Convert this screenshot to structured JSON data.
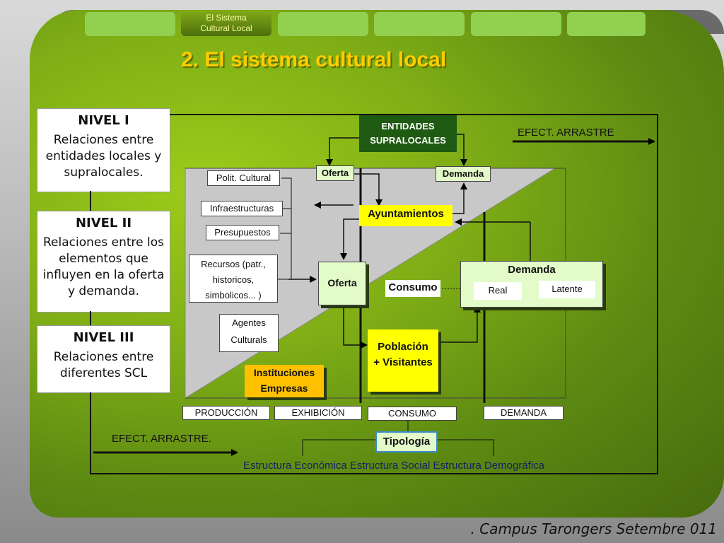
{
  "nav": {
    "tabs": [
      "",
      "El Sistema Cultural Local",
      "",
      "",
      "",
      ""
    ],
    "active_line1": "El Sistema",
    "active_line2": "Cultural Local"
  },
  "title": "2. El sistema cultural local",
  "levels": [
    {
      "heading": "NIVEL I",
      "body": "Relaciones entre entidades locales y supralocales."
    },
    {
      "heading": "NIVEL II",
      "body": "Relaciones entre los elementos que influyen en la oferta y demanda."
    },
    {
      "heading": "NIVEL III",
      "body": "Relaciones entre diferentes SCL"
    }
  ],
  "diagram": {
    "entidades": "ENTIDADES SUPRALOCALES",
    "efect_top": "EFECT. ARRASTRE",
    "efect_bottom": "EFECT. ARRASTRE.",
    "oferta_top": "Oferta",
    "demanda_top": "Demanda",
    "ayuntamientos": "Ayuntamientos",
    "polit": "Polit. Cultural",
    "infra": "Infraestructuras",
    "presupuestos": "Presupuestos",
    "recursos": "Recursos (patr., historicos, simbolicos... )",
    "agentes": "Agentes Culturals",
    "instituciones": "Instituciones Empresas",
    "oferta_mid": "Oferta",
    "consumo": "Consumo",
    "demanda_box": "Demanda",
    "real": "Real",
    "latente": "Latente",
    "poblacion": "Población + Visitantes",
    "axis": [
      "PRODUCCIÓN",
      "EXHIBICIÓN",
      "CONSUMO",
      "DEMANDA"
    ],
    "tipologia": "Tipología",
    "estructura": "Estructura Económica  Estructura Social  Estructura Demográfica"
  },
  "footer": ". Campus Tarongers Setembre 011",
  "colors": {
    "accent": "#ffcc00",
    "frame": "#7fae16",
    "tab": "#92d050"
  }
}
